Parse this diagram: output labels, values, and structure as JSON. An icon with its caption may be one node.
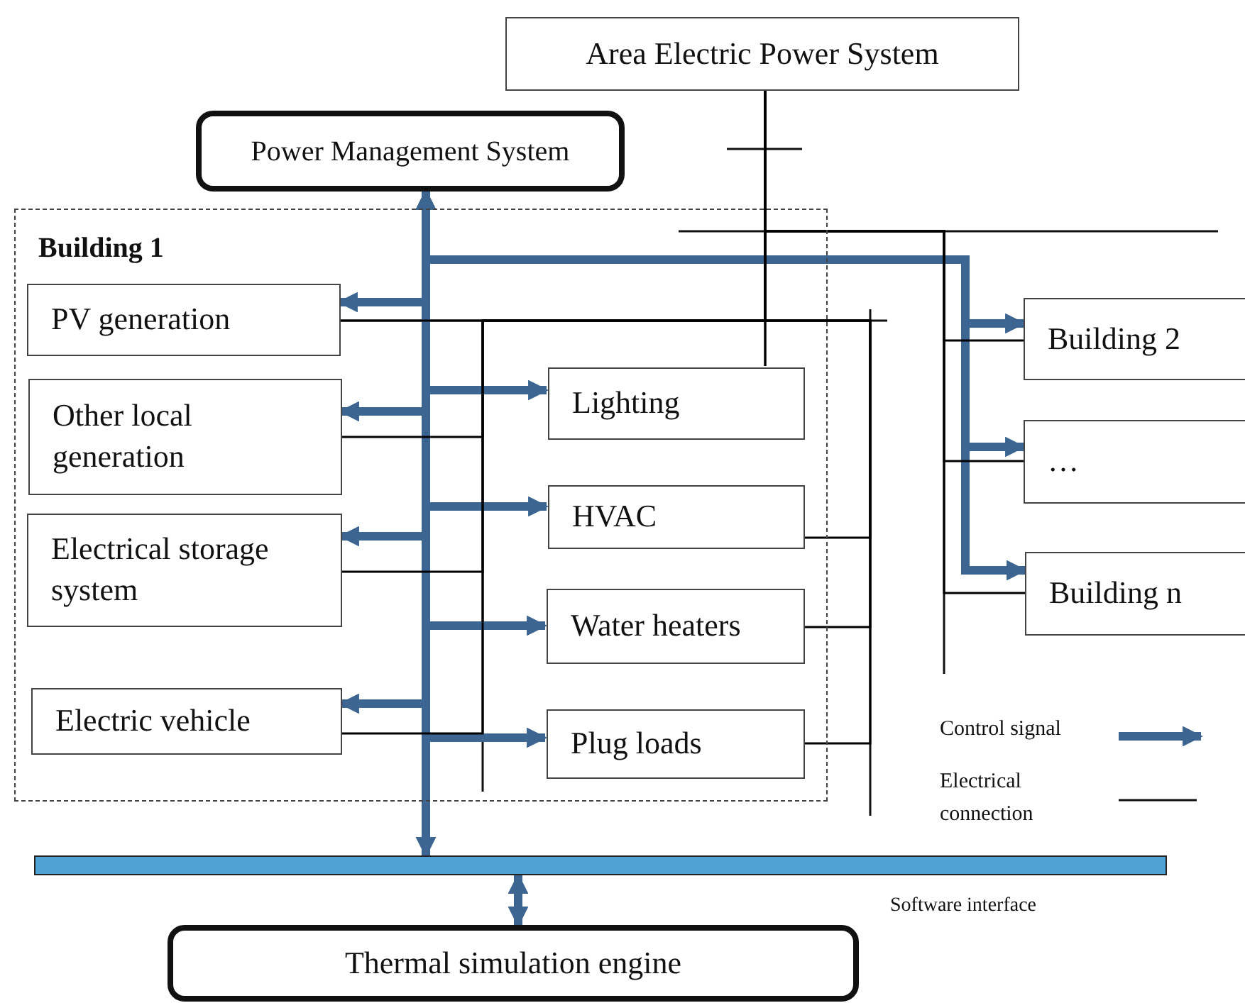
{
  "diagram": {
    "nodes": [
      {
        "text": [
          "Area Electric Power System"
        ]
      },
      {
        "text": [
          "Power Management System"
        ]
      },
      {
        "text": [
          "Building 1"
        ]
      },
      {
        "text": [
          "PV generation"
        ],
        "in": 2
      },
      {
        "text": [
          "Other local generation"
        ],
        "in": 2
      },
      {
        "text": [
          "Electrical storage system"
        ],
        "in": 2
      },
      {
        "text": [
          "Electric vehicle"
        ],
        "in": 2
      },
      {
        "text": [
          "Lighting"
        ],
        "in": 2
      },
      {
        "text": [
          "HVAC"
        ],
        "in": 2
      },
      {
        "text": [
          "Water heaters"
        ],
        "in": 2
      },
      {
        "text": [
          "Plug loads"
        ],
        "in": 2
      },
      {
        "text": [
          "Building 2"
        ]
      },
      {
        "text": [
          "…"
        ]
      },
      {
        "text": [
          "Building n"
        ]
      },
      {
        "text": [],
        "shape": "bar",
        "beside": [
          "Software interface"
        ]
      },
      {
        "text": [
          "Thermal simulation engine"
        ]
      }
    ],
    "edges": [
      {
        "from": 1,
        "to": 14,
        "arrow": "both"
      },
      {
        "from": 1,
        "to": 3,
        "arrow": "both"
      },
      {
        "from": 1,
        "to": 4,
        "arrow": "both"
      },
      {
        "from": 1,
        "to": 5,
        "arrow": "both"
      },
      {
        "from": 1,
        "to": 6,
        "arrow": "both"
      },
      {
        "from": 1,
        "to": 7,
        "arrow": "to"
      },
      {
        "from": 1,
        "to": 8,
        "arrow": "to"
      },
      {
        "from": 1,
        "to": 9,
        "arrow": "both"
      },
      {
        "from": 1,
        "to": 10,
        "arrow": "to"
      },
      {
        "from": 1,
        "to": 11,
        "arrow": "both"
      },
      {
        "from": 1,
        "to": 12,
        "arrow": "both"
      },
      {
        "from": 1,
        "to": 13,
        "arrow": "both"
      },
      {
        "from": 14,
        "to": 15,
        "arrow": "both"
      },
      {
        "from": 0,
        "to": 3,
        "arrow": "none",
        "color": "#000000"
      },
      {
        "from": 0,
        "to": 4,
        "arrow": "none",
        "color": "#000000"
      },
      {
        "from": 0,
        "to": 5,
        "arrow": "none",
        "color": "#000000"
      },
      {
        "from": 0,
        "to": 6,
        "arrow": "none",
        "color": "#000000"
      },
      {
        "from": 0,
        "to": 7,
        "arrow": "none",
        "color": "#000000"
      },
      {
        "from": 0,
        "to": 8,
        "arrow": "none",
        "color": "#000000"
      },
      {
        "from": 0,
        "to": 9,
        "arrow": "none",
        "color": "#000000"
      },
      {
        "from": 0,
        "to": 10,
        "arrow": "none",
        "color": "#000000"
      },
      {
        "from": 0,
        "to": 11,
        "arrow": "none",
        "color": "#000000"
      },
      {
        "from": 0,
        "to": 12,
        "arrow": "none",
        "color": "#000000"
      },
      {
        "from": 0,
        "to": 13,
        "arrow": "none",
        "color": "#000000"
      }
    ],
    "legend": [
      {
        "text": "Control signal"
      },
      {
        "text": "Electrical connection"
      }
    ]
  }
}
